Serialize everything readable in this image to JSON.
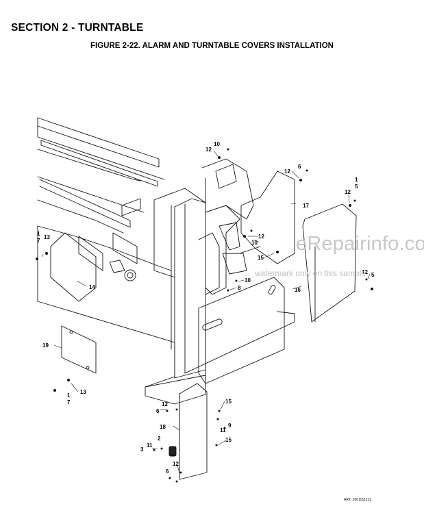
{
  "header": {
    "section_title": "SECTION 2 - TURNTABLE",
    "figure_title": "FIGURE 2-22. ALARM AND TURNTABLE COVERS INSTALLATION"
  },
  "callouts": [
    "10",
    "12",
    "6",
    "12",
    "1",
    "5",
    "12",
    "17",
    "12",
    "10",
    "15",
    "1",
    "7",
    "13",
    "14",
    "10",
    "8",
    "12",
    "5",
    "16",
    "19",
    "13",
    "1",
    "7",
    "12",
    "6",
    "15",
    "9",
    "11",
    "18",
    "15",
    "2",
    "11",
    "3",
    "12",
    "6"
  ],
  "watermark": {
    "main": "eRepairinfo.com",
    "sub": "watermark only on this sample"
  },
  "art_id": "ART_1001151213"
}
